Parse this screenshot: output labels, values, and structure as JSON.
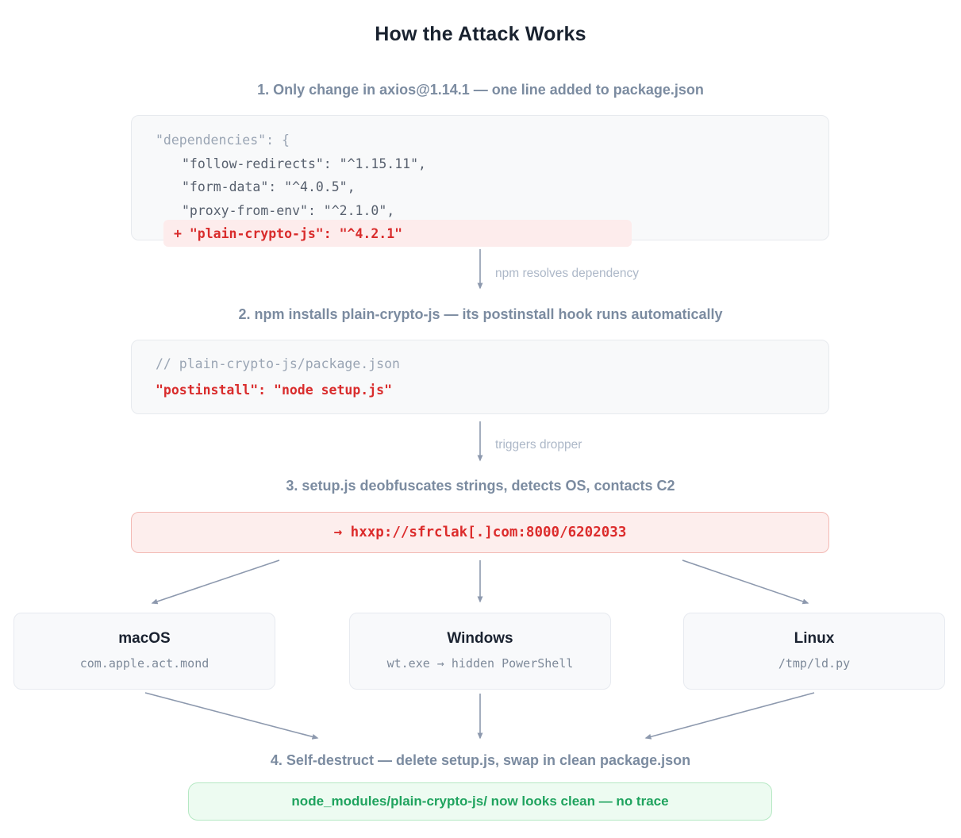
{
  "title": "How the Attack Works",
  "step1": {
    "heading": "1. Only change in axios@1.14.1 — one line added to package.json",
    "code": {
      "open_line": "\"dependencies\": {",
      "dep_lines": [
        "\"follow-redirects\": \"^1.15.11\",",
        "\"form-data\": \"^4.0.5\",",
        "\"proxy-from-env\": \"^2.1.0\","
      ],
      "added_line": "+ \"plain-crypto-js\": \"^4.2.1\""
    }
  },
  "connectors": {
    "resolve_label": "npm resolves dependency",
    "dropper_label": "triggers dropper"
  },
  "step2": {
    "heading": "2. npm installs plain-crypto-js — its postinstall hook runs automatically",
    "code": {
      "comment_line": "// plain-crypto-js/package.json",
      "hook_line": "\"postinstall\": \"node setup.js\""
    }
  },
  "step3": {
    "heading": "3. setup.js deobfuscates strings, detects OS, contacts C2",
    "c2_line": "→ hxxp://sfrclak[.]com:8000/6202033"
  },
  "os_targets": [
    {
      "name": "macOS",
      "artifact": "com.apple.act.mond"
    },
    {
      "name": "Windows",
      "artifact": "wt.exe → hidden PowerShell"
    },
    {
      "name": "Linux",
      "artifact": "/tmp/ld.py"
    }
  ],
  "step4": {
    "heading": "4. Self-destruct — delete setup.js, swap in clean package.json",
    "result_line": "node_modules/plain-crypto-js/ now looks clean — no trace"
  },
  "colors": {
    "danger_red": "#d92c2c",
    "danger_highlight_bg": "#fdecec",
    "c2_box_bg": "#fdeeed",
    "c2_box_border": "#f3b9b4",
    "success_green": "#1fa35e",
    "success_bg": "#edfbf1",
    "success_border": "#b5e8c3",
    "heading_slate": "#7b8ba0",
    "arrow_gray": "#8d99ae",
    "code_box_bg": "#f8f9fa",
    "code_muted": "#9aa5b4",
    "code_text": "#57606e",
    "title_dark": "#19222f"
  }
}
